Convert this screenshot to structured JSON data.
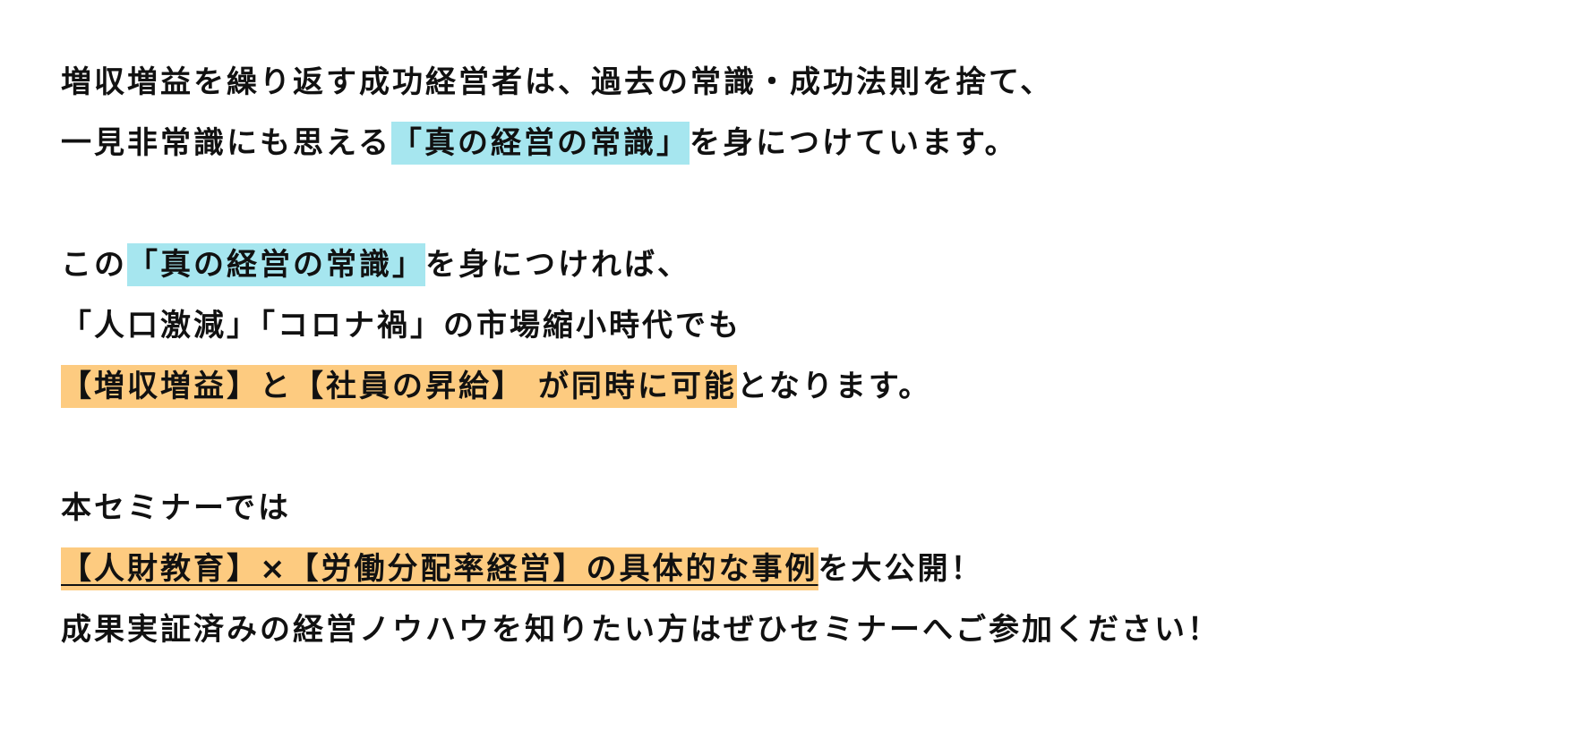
{
  "paragraphs": {
    "p1": {
      "line1": "増収増益を繰り返す成功経営者は、過去の常識・成功法則を捨て、",
      "line2_a": "一見非常識にも思える",
      "line2_hl": "「真の経営の常識」",
      "line2_b": "を身につけています。"
    },
    "p2": {
      "line1_a": "この",
      "line1_hl": "「真の経営の常識」",
      "line1_b": "を身につければ、",
      "line2": "「人口激減」「コロナ禍」の市場縮小時代でも",
      "line3_hl": "【増収増益】と【社員の昇給】 が同時に可能",
      "line3_b": "となります。"
    },
    "p3": {
      "line1": "本セミナーでは",
      "line2_hl": "【人財教育】×【労働分配率経営】の具体的な事例",
      "line2_b": "を大公開！",
      "line3": "成果実証済みの経営ノウハウを知りたい方はぜひセミナーへご参加ください！"
    }
  },
  "colors": {
    "highlight_cyan": "#a6e6ef",
    "highlight_orange": "#fdcb80",
    "text": "#111111",
    "background": "#ffffff"
  }
}
